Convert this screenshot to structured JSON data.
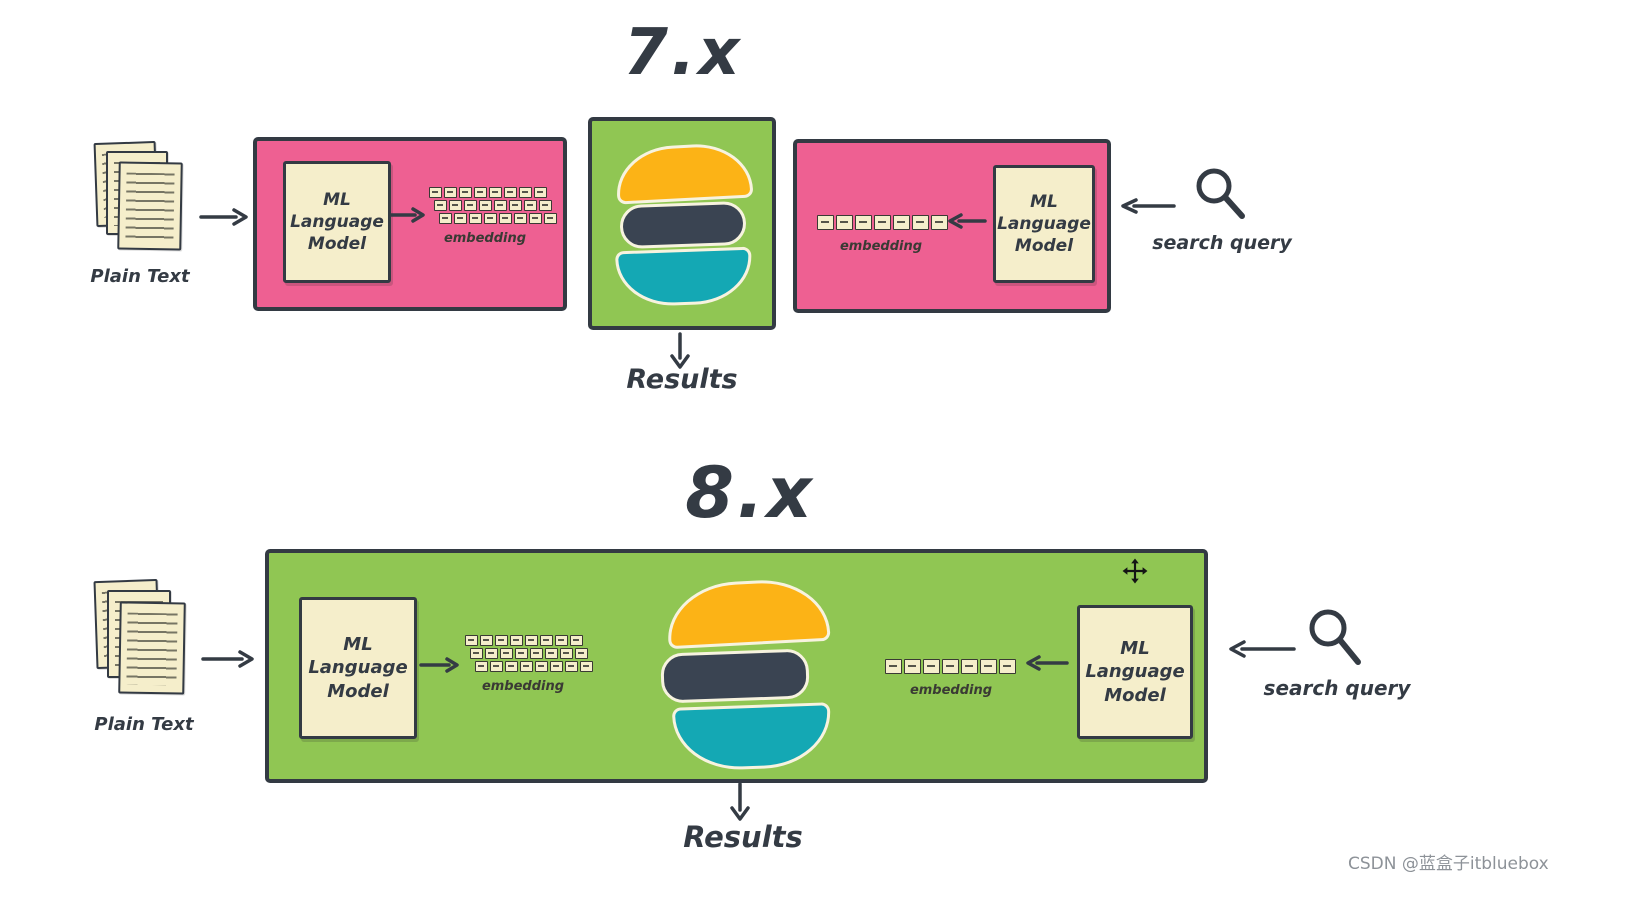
{
  "sections": {
    "v7": {
      "title": "7.x",
      "plain_text": "Plain Text",
      "left_model": "ML\nLanguage\nModel",
      "left_embedding": "embedding",
      "right_embedding": "embedding",
      "right_model": "ML\nLanguage\nModel",
      "search_query": "search query",
      "results": "Results"
    },
    "v8": {
      "title": "8.x",
      "plain_text": "Plain Text",
      "left_model": "ML\nLanguage\nModel",
      "left_embedding": "embedding",
      "right_embedding": "embedding",
      "right_model": "ML\nLanguage\nModel",
      "search_query": "search query",
      "results": "Results"
    }
  },
  "watermark": "CSDN @蓝盒子itbluebox",
  "icons": {
    "search": "search-icon",
    "documents": "document-stack",
    "move_cursor": "move-cursor-icon",
    "elasticsearch_logo": "elasticsearch-logo"
  },
  "colors": {
    "pink": "#ee6092",
    "green": "#90c653",
    "paper": "#f5eecb",
    "ink": "#343b44",
    "logo_orange": "#fcb316",
    "logo_navy": "#3a4452",
    "logo_teal": "#14a8b4",
    "watermark_gray": "#8d9298"
  }
}
